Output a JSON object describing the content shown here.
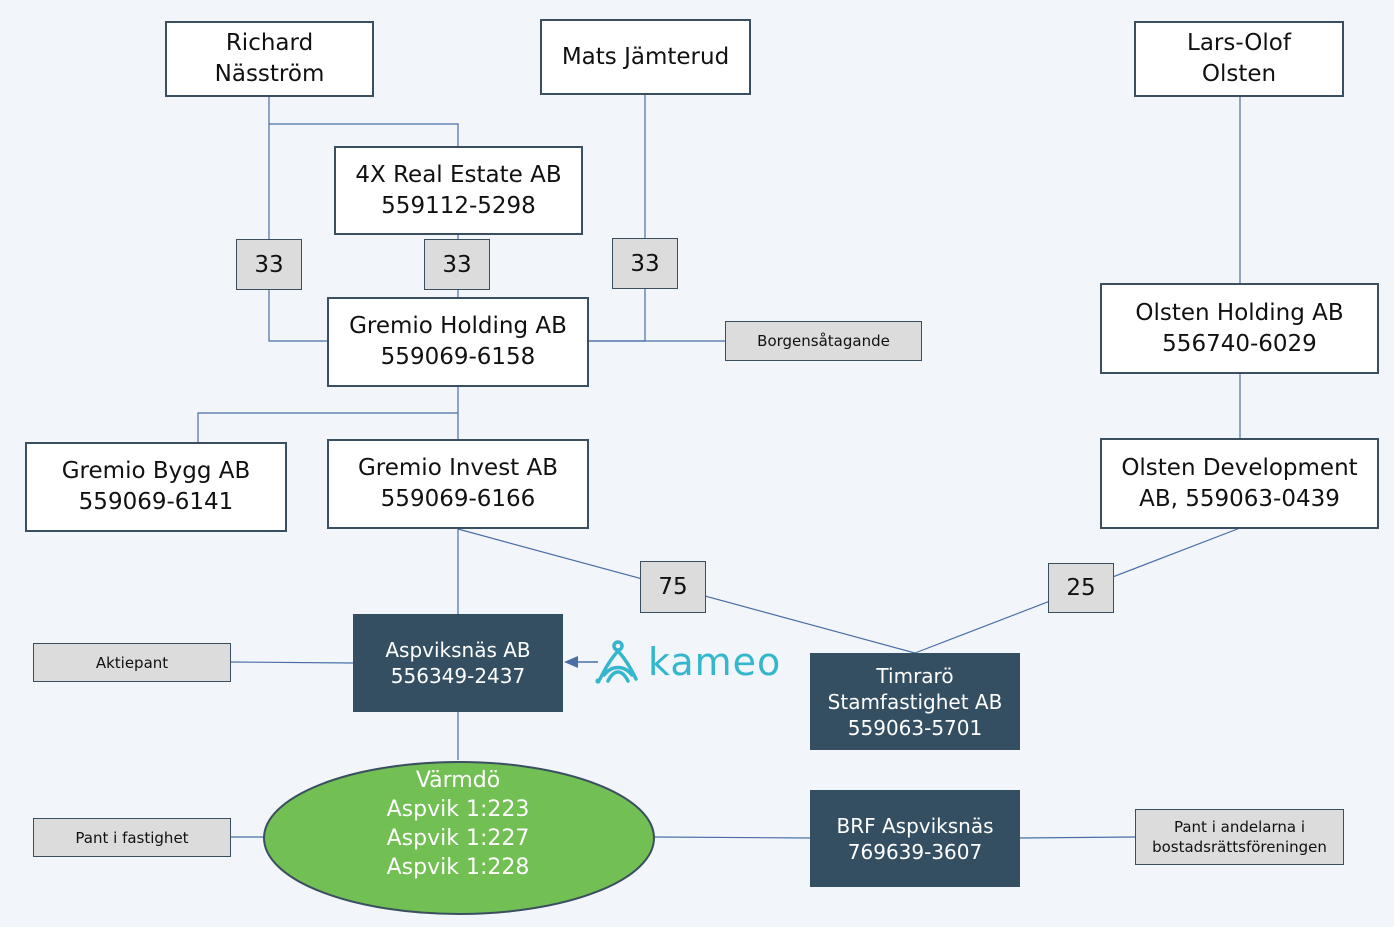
{
  "people": {
    "richard": [
      "Richard",
      "Näsström"
    ],
    "mats": [
      "Mats Jämterud"
    ],
    "lars": [
      "Lars-Olof",
      "Olsten"
    ]
  },
  "companies": {
    "fourx": [
      "4X Real Estate AB",
      "559112-5298"
    ],
    "gremio_holding": [
      "Gremio Holding AB",
      "559069-6158"
    ],
    "gremio_bygg": [
      "Gremio Bygg AB",
      "559069-6141"
    ],
    "gremio_invest": [
      "Gremio Invest AB",
      "559069-6166"
    ],
    "olsten_holding": [
      "Olsten Holding AB",
      "556740-6029"
    ],
    "olsten_dev": [
      "Olsten Development",
      "AB, 559063-0439"
    ]
  },
  "entities": {
    "aspviksnas": [
      "Aspviksnäs AB",
      "556349-2437"
    ],
    "timraro": [
      "Timrarö",
      "Stamfastighet AB",
      "559063-5701"
    ],
    "brf": [
      "BRF Aspviksnäs",
      "769639-3607"
    ]
  },
  "property": [
    "Värmdö",
    "Aspvik 1:223",
    "Aspvik 1:227",
    "Aspvik 1:228"
  ],
  "ownership": {
    "richard": "33",
    "fourx": "33",
    "mats": "33",
    "gremio_invest": "75",
    "olsten_dev": "25"
  },
  "notes": {
    "borgen": "Borgensåtagande",
    "aktiepant": "Aktiepant",
    "pant_fastighet": "Pant i fastighet",
    "pant_andelar": [
      "Pant i andelarna i",
      "bostadsrättsföreningen"
    ]
  },
  "logo": {
    "text": "kameo",
    "color": "#34b7cc"
  },
  "colors": {
    "background": "#f2f5fa",
    "line": "#4a6fa5",
    "dark_box": "#344f62",
    "property": "#72bf54",
    "percent_box": "#dcdcdc"
  }
}
